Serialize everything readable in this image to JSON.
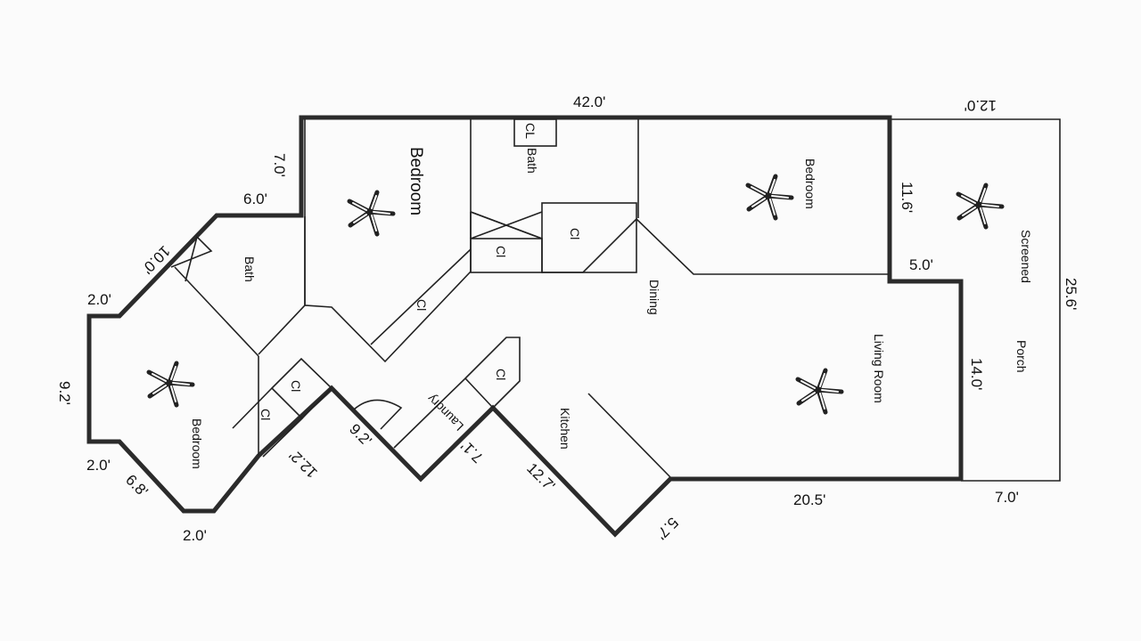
{
  "plan": {
    "rooms": {
      "bedroom_left": "Bedroom",
      "bath_left": "Bath",
      "bedroom_middle": "Bedroom",
      "bath_middle": "Bath",
      "bedroom_right": "Bedroom",
      "dining": "Dining",
      "living_room": "Living Room",
      "kitchen": "Kitchen",
      "laundry": "Laundry",
      "screened_porch_line1": "Screened",
      "screened_porch_line2": "Porch"
    },
    "closets": {
      "cl_bath": "CL",
      "cl_1": "Cl",
      "cl_2": "Cl",
      "cl_3": "Cl",
      "cl_4": "Cl",
      "cl_5": "Cl",
      "cl_6": "Cl"
    },
    "dimensions": {
      "top": "42.0'",
      "porch_top": "12.0'",
      "porch_right": "25.6'",
      "porch_bottom": "7.0'",
      "step_7": "7.0'",
      "step_6": "6.0'",
      "diag_10": "10.0'",
      "left_top_2": "2.0'",
      "left_side": "9.2'",
      "left_bottom_2": "2.0'",
      "diag_6_8": "6.8'",
      "bottom_2": "2.0'",
      "diag_12_2": "12.2'",
      "diag_9_2": "9.2'",
      "diag_7_1": "7.1'",
      "diag_12_7": "12.7'",
      "diag_5_7": "5.7'",
      "bottom_20_5": "20.5'",
      "right_14": "14.0'",
      "step_5": "5.0'",
      "bedroom_right_side": "11.6'"
    }
  }
}
